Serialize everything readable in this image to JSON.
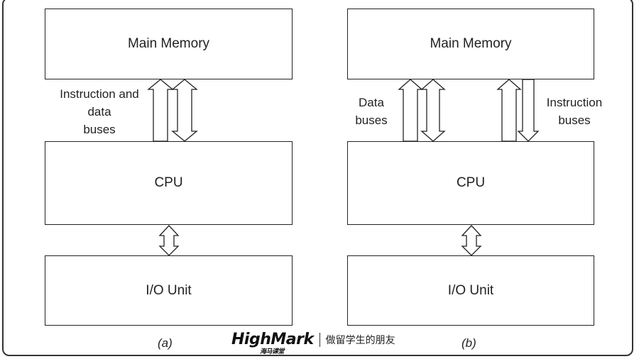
{
  "diagram_a": {
    "caption": "(a)",
    "main_memory": "Main Memory",
    "cpu": "CPU",
    "io_unit": "I/O Unit",
    "bus_label_line1": "Instruction and",
    "bus_label_line2": "data",
    "bus_label_line3": "buses"
  },
  "diagram_b": {
    "caption": "(b)",
    "main_memory": "Main Memory",
    "cpu": "CPU",
    "io_unit": "I/O Unit",
    "data_label_line1": "Data",
    "data_label_line2": "buses",
    "instr_label_line1": "Instruction",
    "instr_label_line2": "buses"
  },
  "footer": {
    "logo_text": "HighMark",
    "logo_sub": "海马课堂",
    "slogan": "做留学生的朋友"
  }
}
